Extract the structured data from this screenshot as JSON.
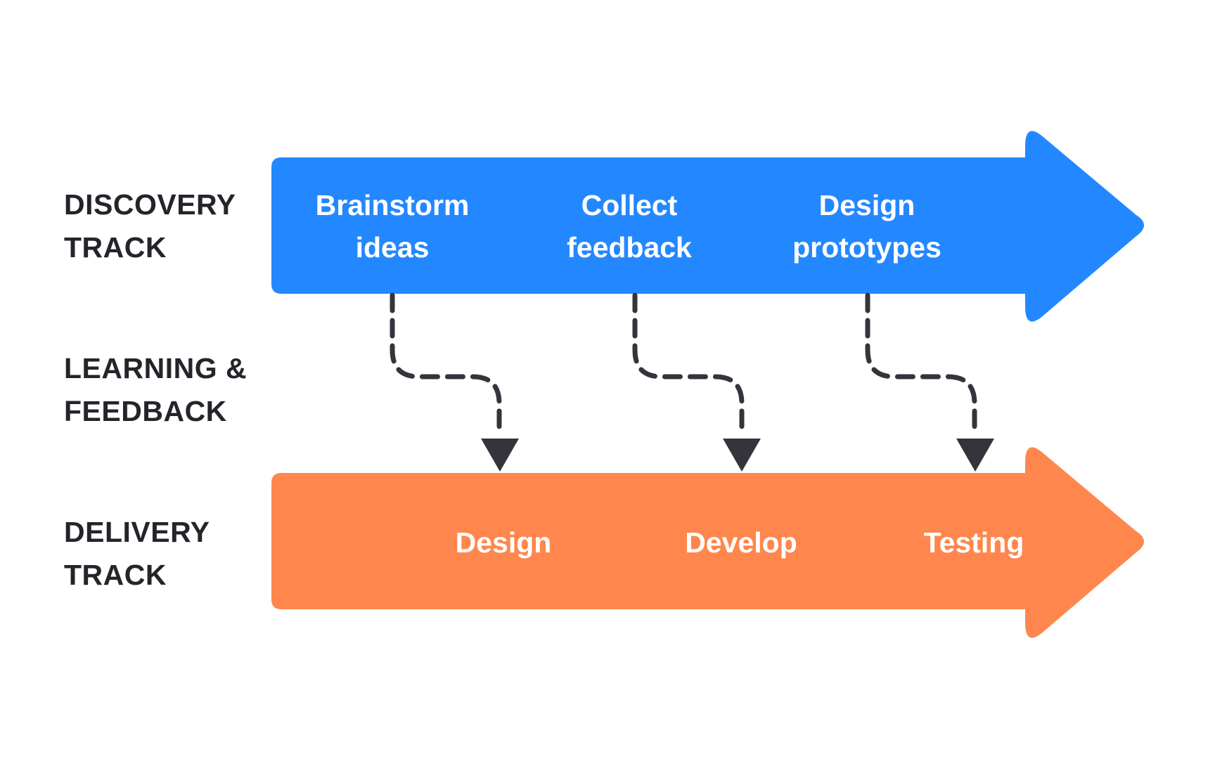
{
  "rows": {
    "discovery": {
      "label_line1": "DISCOVERY",
      "label_line2": "TRACK"
    },
    "learning": {
      "label_line1": "LEARNING &",
      "label_line2": "FEEDBACK"
    },
    "delivery": {
      "label_line1": "DELIVERY",
      "label_line2": "TRACK"
    }
  },
  "discovery_steps": [
    {
      "line1": "Brainstorm",
      "line2": "ideas"
    },
    {
      "line1": "Collect",
      "line2": "feedback"
    },
    {
      "line1": "Design",
      "line2": "prototypes"
    }
  ],
  "delivery_steps": [
    {
      "label": "Design"
    },
    {
      "label": "Develop"
    },
    {
      "label": "Testing"
    }
  ],
  "colors": {
    "discovery_arrow": "#2388ff",
    "delivery_arrow": "#ff874d",
    "connector": "#34353c",
    "row_label_text": "#24252b",
    "step_text": "#ffffff"
  },
  "icons": {
    "connector_end": "arrowhead-down-icon",
    "track_end": "arrow-right-icon"
  }
}
